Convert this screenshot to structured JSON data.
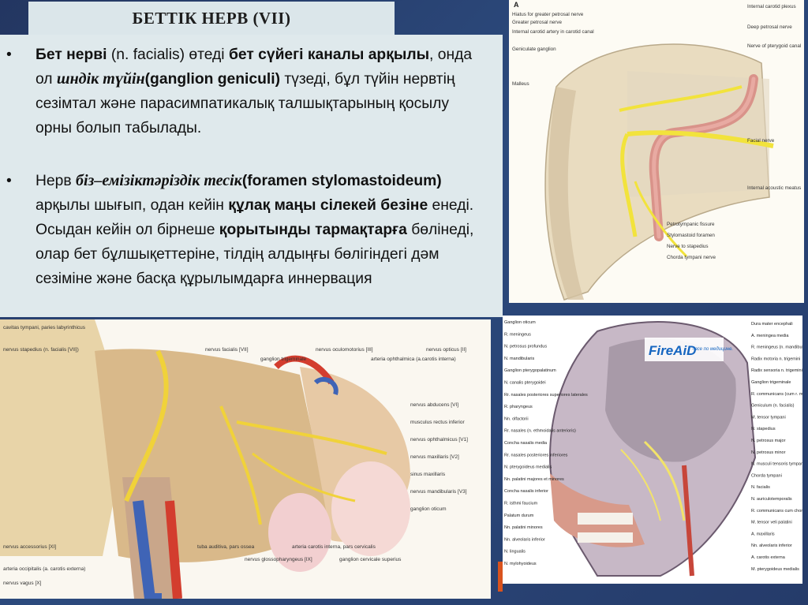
{
  "slide": {
    "title": "БЕТТІК НЕРВ (VII)",
    "bullet_symbol": "•",
    "bullet1": {
      "s1": "Бет нерві",
      "s2": " (n. facialis) өтеді ",
      "s3": "бет сүйегі каналы арқылы",
      "s4": ", онда ол ",
      "s5": "шндік түйін",
      "s6": "(ganglion geniculi)",
      "s7": " түзеді, бұл түйін нервтің сезімтал және парасимпатикалық талшықтарының қосылу орны болып табылады."
    },
    "bullet2": {
      "s1": "Нерв ",
      "s2": "біз–емізіктәріздік тесік",
      "s3": "(foramen stylomastoideum)",
      "s4": " арқылы шығып, одан кейін ",
      "s5": "құлақ маңы сілекей безіне",
      "s6": " енеді. Осыдан кейін ол бірнеше ",
      "s7": "қорытынды тармақтарға",
      "s8": " бөлінеді, олар бет бұлшықеттеріне, тілдің алдыңғы бөлігіндегі дәм сезіміне және басқа құрылымдарға иннервация"
    }
  },
  "figure_a": {
    "letter": "A",
    "labels_left": [
      "Hiatus for greater petrosal nerve",
      "Greater petrosal nerve",
      "Internal carotid artery in carotid canal",
      "Geniculate ganglion",
      "Malleus"
    ],
    "labels_right": [
      "Internal carotid plexus",
      "Deep petrosal nerve",
      "Nerve of pterygoid canal",
      "Facial nerve",
      "Internal acoustic meatus"
    ],
    "labels_bottom": [
      "Petrotympanic fissure",
      "Stylomastoid foramen",
      "Nerve to stapedius",
      "Chorda tympani nerve"
    ]
  },
  "figure_b": {
    "labels_left": [
      "cavitas tympani, paries labyrinthicus",
      "nervus stapedius (n. facialis [VII])",
      "nervus accessorius [XI]",
      "arteria occipitalis (a. carotis externa)",
      "nervus vagus [X]"
    ],
    "labels_top": [
      "nervus facialis [VII]",
      "ganglion trigeminale",
      "nervus oculomotorius [III]",
      "arteria ophthalmica (a.carotis interna)",
      "nervus opticus [II]"
    ],
    "labels_right": [
      "nervus abducens [VI]",
      "musculus rectus inferior",
      "nervus ophthalmicus [V1]",
      "nervus maxillaris [V2]",
      "sinus maxillaris",
      "nervus mandibularis [V3]",
      "ganglion oticum"
    ],
    "labels_bottom": [
      "tuba auditiva, pars ossea",
      "nervus glossopharyngeus [IX]",
      "arteria carotis interna, pars cervicalis",
      "ganglion cervicale superius"
    ]
  },
  "figure_c": {
    "watermark": "FireAiD",
    "watermark_sub": "- все по медицине.",
    "labels_left": [
      "Ganglion oticum",
      "R. meningeus",
      "N. petrosus profundus",
      "N. mandibularis",
      "Ganglion pterygopalatinum",
      "N. canalis pterygoidei",
      "Rr. nasales posteriores superiores laterales",
      "R. pharyngeus",
      "Nn. olfactorii",
      "Rr. nasales (n. ethmoidalis anterioris)",
      "Concha nasalis media",
      "Rr. nasales posteriores inferiores",
      "N. pterygoideus medialis",
      "Nn. palatini majores et minores",
      "Concha nasalis inferior",
      "R. isthmi faucium",
      "Palatum durum",
      "Nn. palatini minores",
      "Nn. alveolaris inferior",
      "N. lingualis",
      "N. mylohyoideus"
    ],
    "labels_right": [
      "Dura mater encephali",
      "A. meningea media",
      "R. meningeus (n. mandibularis)",
      "Radix motoria n. trigemini",
      "Radix sensoria n. trigemini",
      "Ganglion trigeminale",
      "R. communicans (cum r. meningeo)",
      "Geniculum (n. facialis)",
      "M. tensor tympani",
      "N. stapedius",
      "N. petrosus major",
      "N. petrosus minor",
      "N. musculi tensoris tympani",
      "Chorda tympani",
      "N. facialis",
      "N. auriculotemporalis",
      "R. communicans cum chorda tympani",
      "M. tensor veli palatini",
      "A. maxillaris",
      "Nn. alveolaris inferior",
      "A. carotis externa",
      "M. pterygoideus medialis"
    ]
  },
  "colors": {
    "background": "#2c4a7d",
    "panel": "#dfe9ec",
    "nerve": "#f2e33c",
    "highlight": "#f0ea4a"
  }
}
